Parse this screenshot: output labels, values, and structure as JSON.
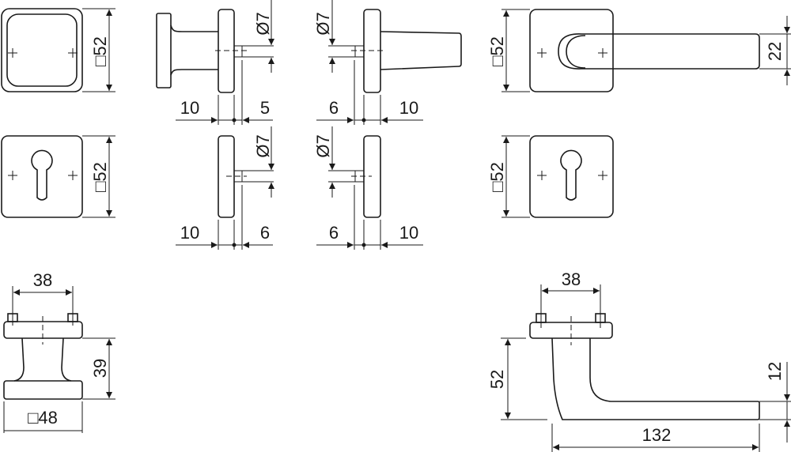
{
  "title": "Door handle set dimension drawing",
  "dimensions": {
    "rose_square_top": "□52",
    "rose_square_middle": "□52",
    "rose_square_right_top": "□52",
    "rose_square_right_middle": "□52",
    "spindle_dia_1": "Ø7",
    "spindle_dia_2": "Ø7",
    "spindle_dia_3": "Ø7",
    "spindle_dia_4": "Ø7",
    "knob_rose_thickness": "10",
    "knob_spindle_offset": "5",
    "lever_spindle_offset": "6",
    "lever_rose_thickness": "10",
    "esc_left_thickness": "10",
    "esc_left_offset": "6",
    "esc_right_offset": "6",
    "esc_right_thickness": "10",
    "lever_width": "22",
    "knob_screw_spacing": "38",
    "knob_projection": "39",
    "knob_square": "□48",
    "lever_screw_spacing": "38",
    "lever_projection": "52",
    "lever_length": "132",
    "lever_thickness": "12"
  }
}
